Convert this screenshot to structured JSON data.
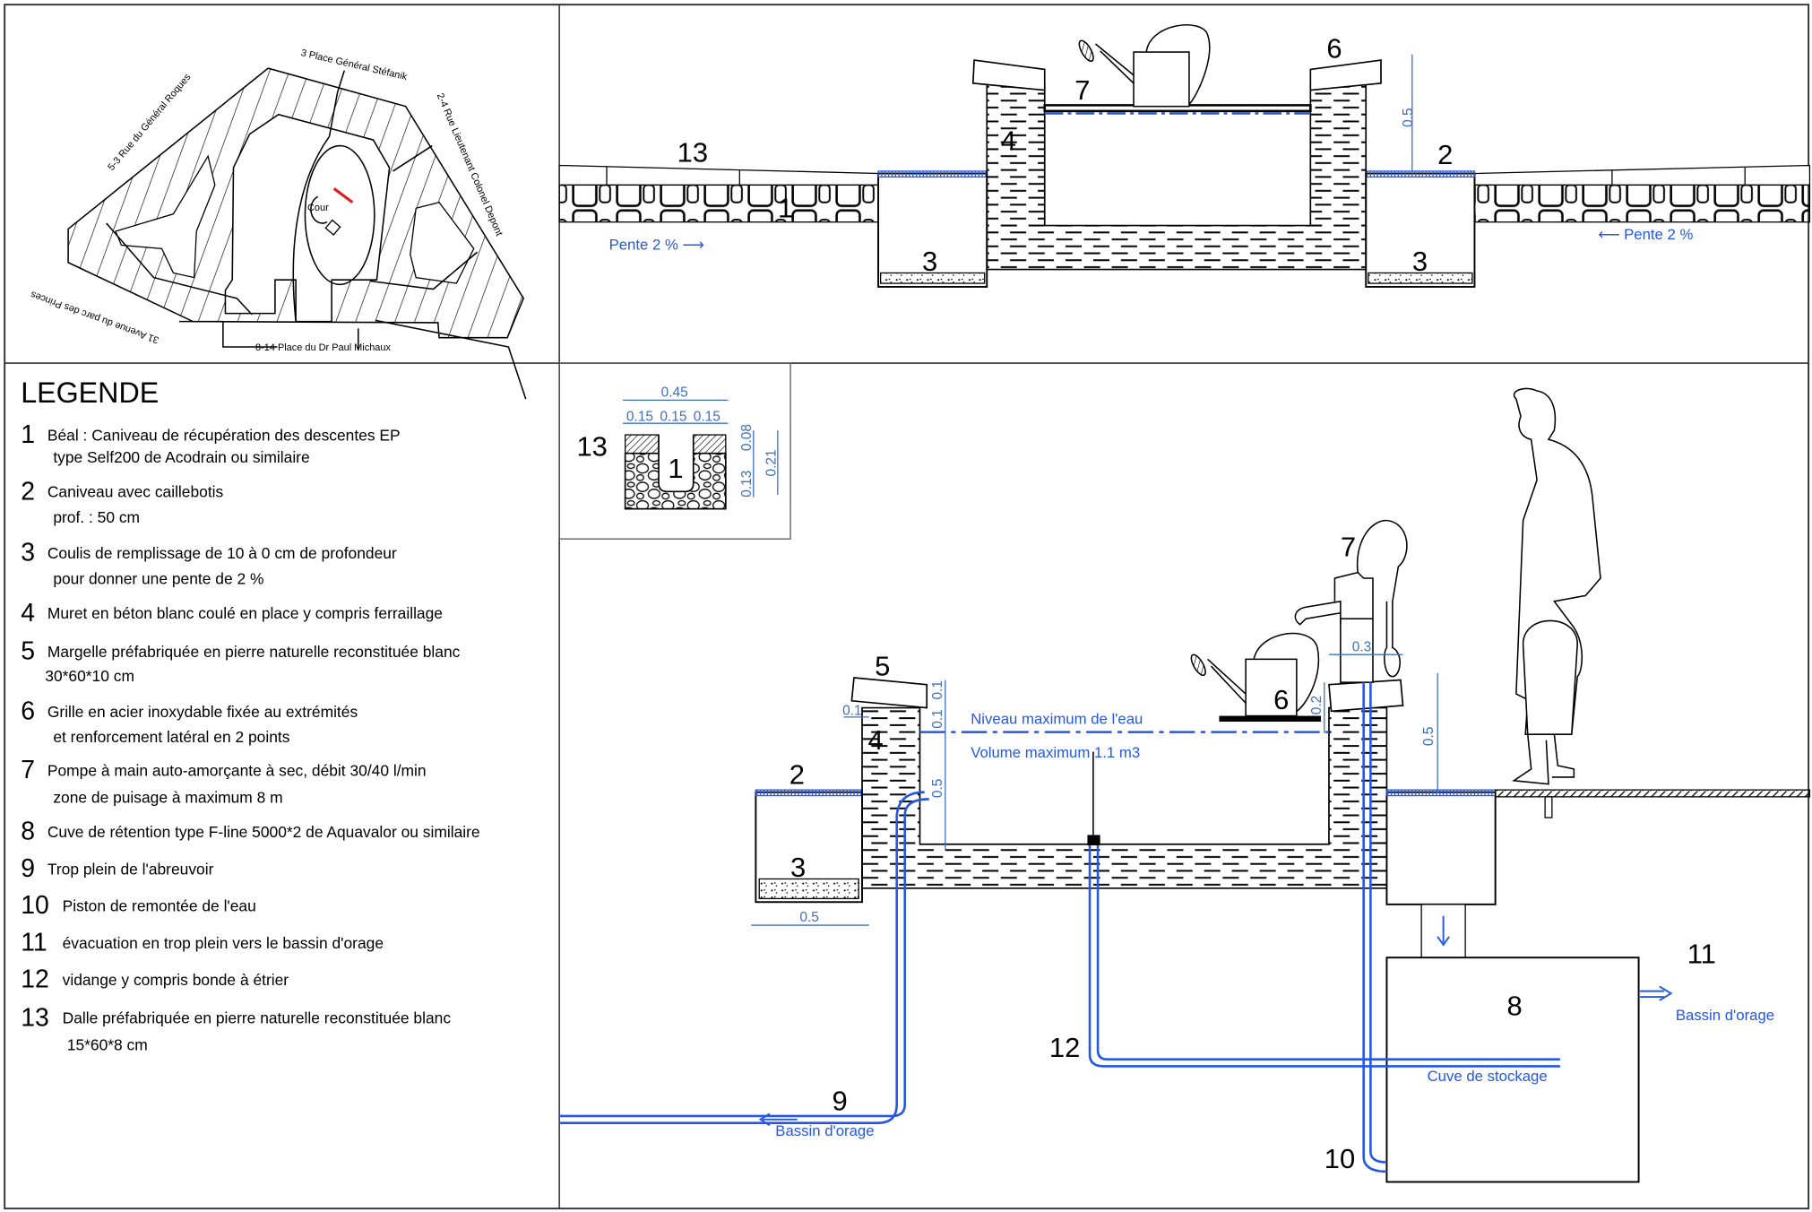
{
  "plan": {
    "streets": {
      "north": "3 Place Général Stéfanik",
      "west": "5-3 Rue du Général Roques",
      "east": "2-4 Rue Lieutenant Colonel Depont",
      "southwest": "31 Avenue du parc des Princes",
      "south": "8-14 Place du Dr Paul Michaux"
    },
    "courtyard_label": "Cour",
    "marker_color": "#e02020"
  },
  "legend": {
    "title": "LEGENDE",
    "items": [
      {
        "num": "1",
        "lines": [
          "Béal : Caniveau de récupération des descentes EP",
          "type Self200 de Acodrain ou similaire"
        ]
      },
      {
        "num": "2",
        "lines": [
          "Caniveau avec caillebotis",
          "prof. : 50 cm"
        ]
      },
      {
        "num": "3",
        "lines": [
          "Coulis de remplissage de 10 à 0 cm de profondeur",
          "pour donner une pente de 2 %"
        ]
      },
      {
        "num": "4",
        "lines": [
          "Muret en béton blanc coulé en place y compris ferraillage"
        ]
      },
      {
        "num": "5",
        "lines": [
          "Margelle préfabriquée en pierre naturelle reconstituée blanc",
          "30*60*10 cm"
        ]
      },
      {
        "num": "6",
        "lines": [
          "Grille en acier inoxydable fixée au extrémités",
          "et renforcement latéral en 2 points"
        ]
      },
      {
        "num": "7",
        "lines": [
          "Pompe à main auto-amorçante à sec, débit 30/40 l/min",
          "zone de puisage à maximum 8 m"
        ]
      },
      {
        "num": "8",
        "lines": [
          "Cuve de rétention type F-line 5000*2 de Aquavalor ou similaire"
        ]
      },
      {
        "num": "9",
        "lines": [
          "Trop plein de l'abreuvoir"
        ]
      },
      {
        "num": "10",
        "lines": [
          "Piston de remontée de l'eau"
        ]
      },
      {
        "num": "11",
        "lines": [
          "évacuation en trop plein vers le bassin d'orage"
        ]
      },
      {
        "num": "12",
        "lines": [
          "vidange y compris bonde à étrier"
        ]
      },
      {
        "num": "13",
        "lines": [
          "Dalle préfabriquée en pierre naturelle reconstituée blanc",
          "15*60*8 cm"
        ]
      }
    ]
  },
  "section_top": {
    "labels": {
      "n13": "13",
      "n1": "1",
      "n4": "4",
      "n7": "7",
      "n6": "6",
      "n2": "2",
      "n3a": "3",
      "n3b": "3"
    },
    "dim_height": "0.5",
    "slope_left": "Pente 2 % ⟶",
    "slope_right": "⟵ Pente 2 %"
  },
  "detail_13": {
    "label_13": "13",
    "label_1": "1",
    "dim_total": "0.45",
    "dim_parts": [
      "0.15",
      "0.15",
      "0.15"
    ],
    "dim_slab": "0.08",
    "dim_channel": "0.13",
    "dim_depth": "0.21"
  },
  "section_bottom": {
    "labels": {
      "n2": "2",
      "n3": "3",
      "n4": "4",
      "n5": "5",
      "n6": "6",
      "n7": "7",
      "n8": "8",
      "n9": "9",
      "n10": "10",
      "n11": "11",
      "n12": "12"
    },
    "water_level": "Niveau maximum de l'eau",
    "water_volume": "Volume maximum 1.1 m3",
    "dims": {
      "gutter_width": "0.5",
      "wall_offset": "0.1",
      "cap_1": "0.1",
      "cap_2": "0.1",
      "basin_depth": "0.5",
      "pump_width": "0.3",
      "grille_height": "0.2",
      "ground_height": "0.5"
    },
    "outlet_left": "Bassin d'orage",
    "outlet_right": "Bassin d'orage",
    "tank_label": "Cuve de stockage"
  },
  "colors": {
    "water": "#2457e6",
    "dimension": "#3b6fc0",
    "line": "#000000"
  }
}
